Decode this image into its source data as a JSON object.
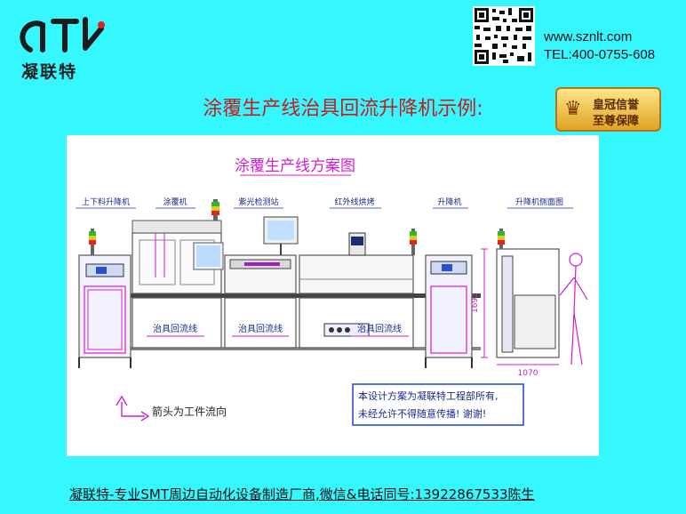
{
  "brand": {
    "company": "凝联特",
    "website": "www.sznlt.com",
    "tel": "TEL:400-0755-608"
  },
  "badge": {
    "line1": "皇冠信誉",
    "line2": "至尊保障"
  },
  "headline": "涂覆生产线治具回流升降机示例:",
  "diagram": {
    "title": "涂覆生产线方案图",
    "stations": [
      "上下料升降机",
      "涂覆机",
      "紫光检测站",
      "红外线烘烤",
      "升降机",
      "升降机侧面图"
    ],
    "return_labels": [
      "治具回流线",
      "治具回流线",
      "治具回流线"
    ],
    "legend_text": "箭头为工件流向",
    "note_line1": "本设计方案为凝联特工程部所有,",
    "note_line2": "未经允许不得随意传播! 谢谢!",
    "dim_height": "1691",
    "dim_width": "1070"
  },
  "footer": "凝联特-专业SMT周边自动化设备制造厂商,微信&电话同号:13922867533陈生"
}
